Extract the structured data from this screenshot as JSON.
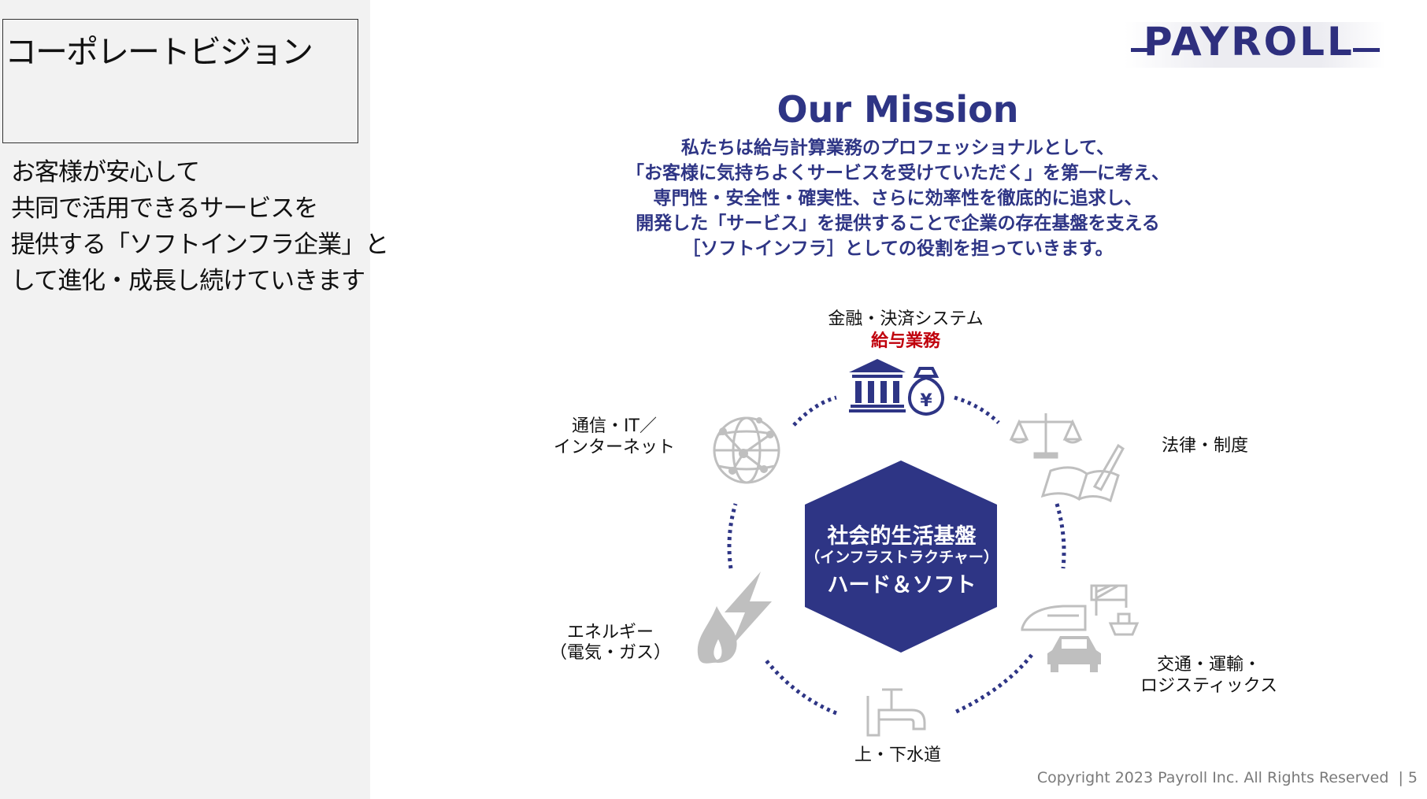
{
  "sidebar": {
    "title": "コーポレートビジョン",
    "vision_lines": [
      "お客様が安心して",
      "共同で活用できるサービスを",
      "提供する「ソフトインフラ企業」と",
      "して進化・成長し続けていきます"
    ]
  },
  "logo": {
    "text": "PAYROLL"
  },
  "mission": {
    "title": "Our Mission",
    "lines": [
      "私たちは給与計算業務のプロフェッショナルとして、",
      "「お客様に気持ちよくサービスを受けていただく」を第一に考え、",
      "専門性・安全性・確実性、さらに効率性を徹底的に追求し、",
      "開発した「サービス」を提供することで企業の存在基盤を支える",
      "［ソフトインフラ］としての役割を担っていきます。"
    ]
  },
  "diagram": {
    "center": {
      "line1": "社会的生活基盤",
      "line2": "（インフラストラクチャー）",
      "line3": "ハード＆ソフト",
      "color": "#2e3585"
    },
    "finance": {
      "line1": "金融・決済システム",
      "highlight": "給与業務"
    },
    "law": {
      "line1": "法律・制度"
    },
    "transport": {
      "line1": "交通・運輸・",
      "line2": "ロジスティックス"
    },
    "water": {
      "line1": "上・下水道"
    },
    "energy": {
      "line1": "エネルギー",
      "line2": "（電気・ガス）"
    },
    "telecom": {
      "line1": "通信・IT／",
      "line2": "インターネット"
    }
  },
  "footer": {
    "copyright": "Copyright 2023 Payroll Inc. All Rights Reserved",
    "page": "5"
  },
  "colors": {
    "navy": "#2e3585",
    "red": "#c0000c",
    "icon_gray": "#bfbfbf"
  }
}
